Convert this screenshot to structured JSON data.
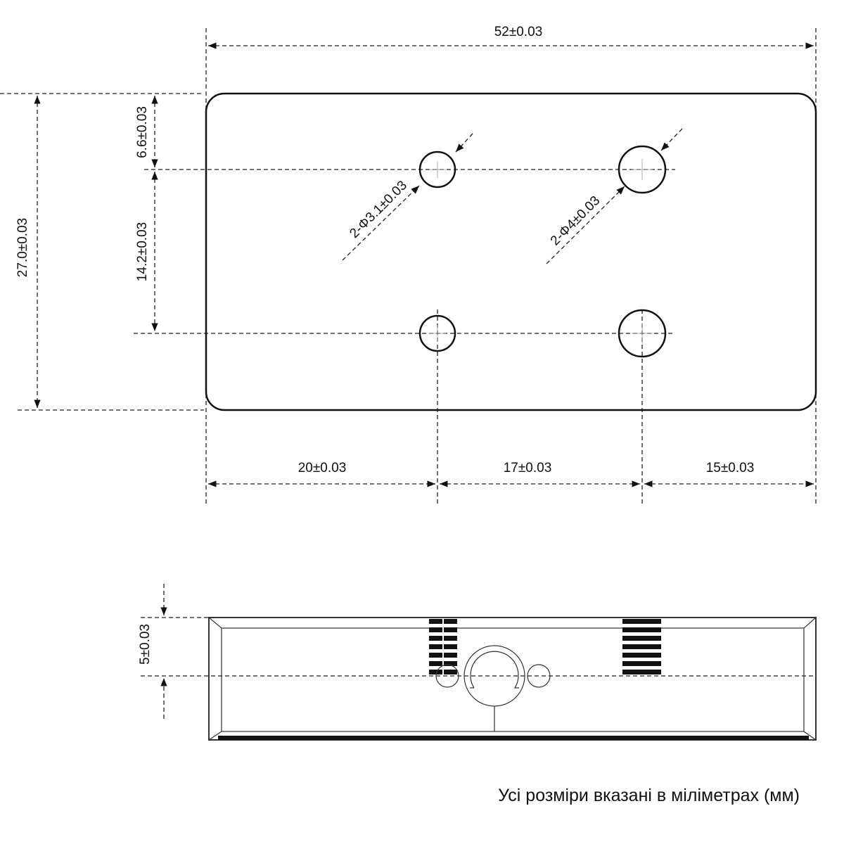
{
  "top_view": {
    "overall_width": "52±0.03",
    "overall_height": "27.0±0.03",
    "top_to_hole_row": "6.6±0.03",
    "hole_row_spacing": "14.2±0.03",
    "hole_small_callout": "2-Φ3.1±0.03",
    "hole_large_callout": "2-Φ4±0.03",
    "left_to_small_holes": "20±0.03",
    "small_to_large_holes": "17±0.03",
    "large_holes_to_right": "15±0.03"
  },
  "side_view": {
    "hole_depth": "5±0.03"
  },
  "caption": "Усі розміри вказані в міліметрах (мм)"
}
